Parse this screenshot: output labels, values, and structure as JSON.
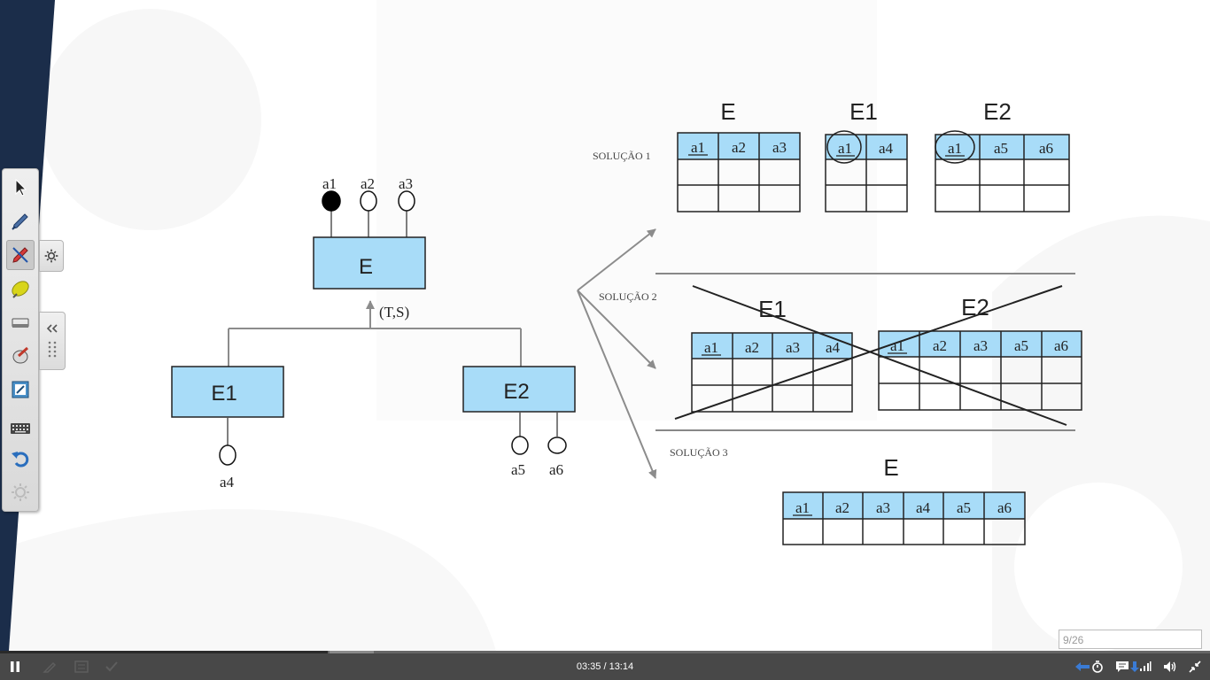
{
  "diagram": {
    "entity_e": "E",
    "entity_e1": "E1",
    "entity_e2": "E2",
    "specialization_label": "(T,S)",
    "attrs_e": [
      "a1",
      "a2",
      "a3"
    ],
    "attr_e1": "a4",
    "attrs_e2": [
      "a5",
      "a6"
    ]
  },
  "solutions": {
    "s1_label": "SOLUÇÃO 1",
    "s2_label": "SOLUÇÃO 2",
    "s3_label": "SOLUÇÃO 3",
    "s1": {
      "t_e": {
        "title": "E",
        "cols": [
          "a1",
          "a2",
          "a3"
        ]
      },
      "t_e1": {
        "title": "E1",
        "cols": [
          "a1",
          "a4"
        ]
      },
      "t_e2": {
        "title": "E2",
        "cols": [
          "a1",
          "a5",
          "a6"
        ]
      }
    },
    "s2": {
      "t_e1": {
        "title": "E1",
        "cols": [
          "a1",
          "a2",
          "a3",
          "a4"
        ]
      },
      "t_e2": {
        "title": "E2",
        "cols": [
          "a1",
          "a2",
          "a3",
          "a5",
          "a6"
        ]
      }
    },
    "s3": {
      "t_e": {
        "title": "E",
        "cols": [
          "a1",
          "a2",
          "a3",
          "a4",
          "a5",
          "a6"
        ]
      }
    }
  },
  "player": {
    "time": "03:35 / 13:14",
    "page": "9/26",
    "progress": 0.271
  },
  "icons": {
    "pointer": "pointer-icon",
    "pen": "pen-icon",
    "marker": "marker-icon",
    "highlighter": "highlighter-icon",
    "eraser": "eraser-icon",
    "clear": "clear-ink-icon",
    "whiteboard": "whiteboard-icon",
    "keyboard": "keyboard-icon",
    "undo": "undo-icon",
    "settings": "settings-icon"
  },
  "colors": {
    "entity_fill": "#a8dcf8",
    "header_fill": "#a8dcf8",
    "player_bg": "#484848",
    "sidebar_navy": "#1b2d4a"
  }
}
